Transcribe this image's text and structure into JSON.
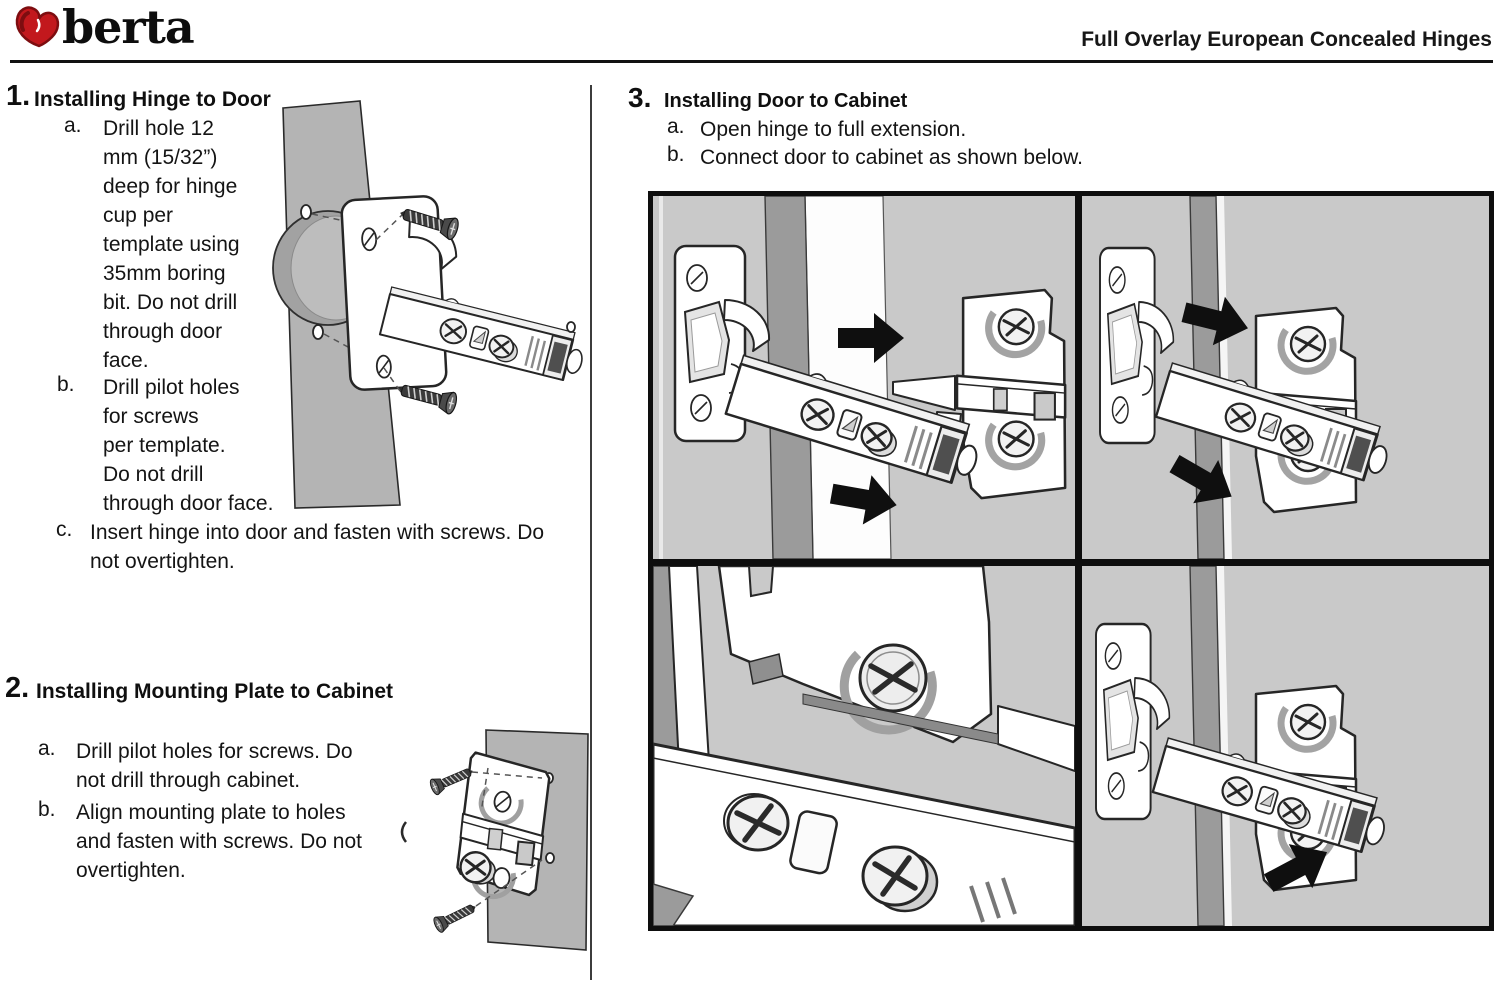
{
  "header": {
    "brand": "berta",
    "doc_title": "Full Overlay European Concealed Hinges"
  },
  "sections": [
    {
      "number": "1.",
      "title": "Installing Hinge to Door",
      "items": [
        {
          "label": "a.",
          "text": "Drill hole 12\nmm (15/32”)\ndeep for hinge\ncup per\ntemplate using\n35mm boring\nbit. Do not drill\nthrough door\nface."
        },
        {
          "label": "b.",
          "text": "Drill pilot holes\nfor screws\nper template.\nDo not drill\nthrough door face."
        },
        {
          "label": "c.",
          "text": "Insert hinge into door and fasten with screws. Do\nnot overtighten."
        }
      ]
    },
    {
      "number": "2.",
      "title": "Installing Mounting Plate to Cabinet",
      "items": [
        {
          "label": "a.",
          "text": "Drill pilot holes for screws. Do\nnot drill through cabinet."
        },
        {
          "label": "b.",
          "text": "Align mounting plate to holes\nand fasten with screws. Do not\novertighten."
        }
      ]
    },
    {
      "number": "3.",
      "title": "Installing Door to Cabinet",
      "items": [
        {
          "label": "a.",
          "text": "Open hinge to full extension."
        },
        {
          "label": "b.",
          "text": "Connect door to cabinet as shown below."
        }
      ]
    }
  ],
  "icons": {
    "brand_mark": "red-heart-swoosh",
    "direction_arrow": "solid-black-arrow",
    "screw": "phillips-wood-screw"
  },
  "colors": {
    "brand_red": "#c2181d",
    "brand_red_dark": "#7d0d10",
    "text": "#111111",
    "rule": "#121212",
    "panel_background": "#c9c9c9",
    "panel_strip": "#9b9b9b",
    "board_gray": "#b4b4b4",
    "line_art": "#262626",
    "arrow": "#0f0f0f"
  }
}
